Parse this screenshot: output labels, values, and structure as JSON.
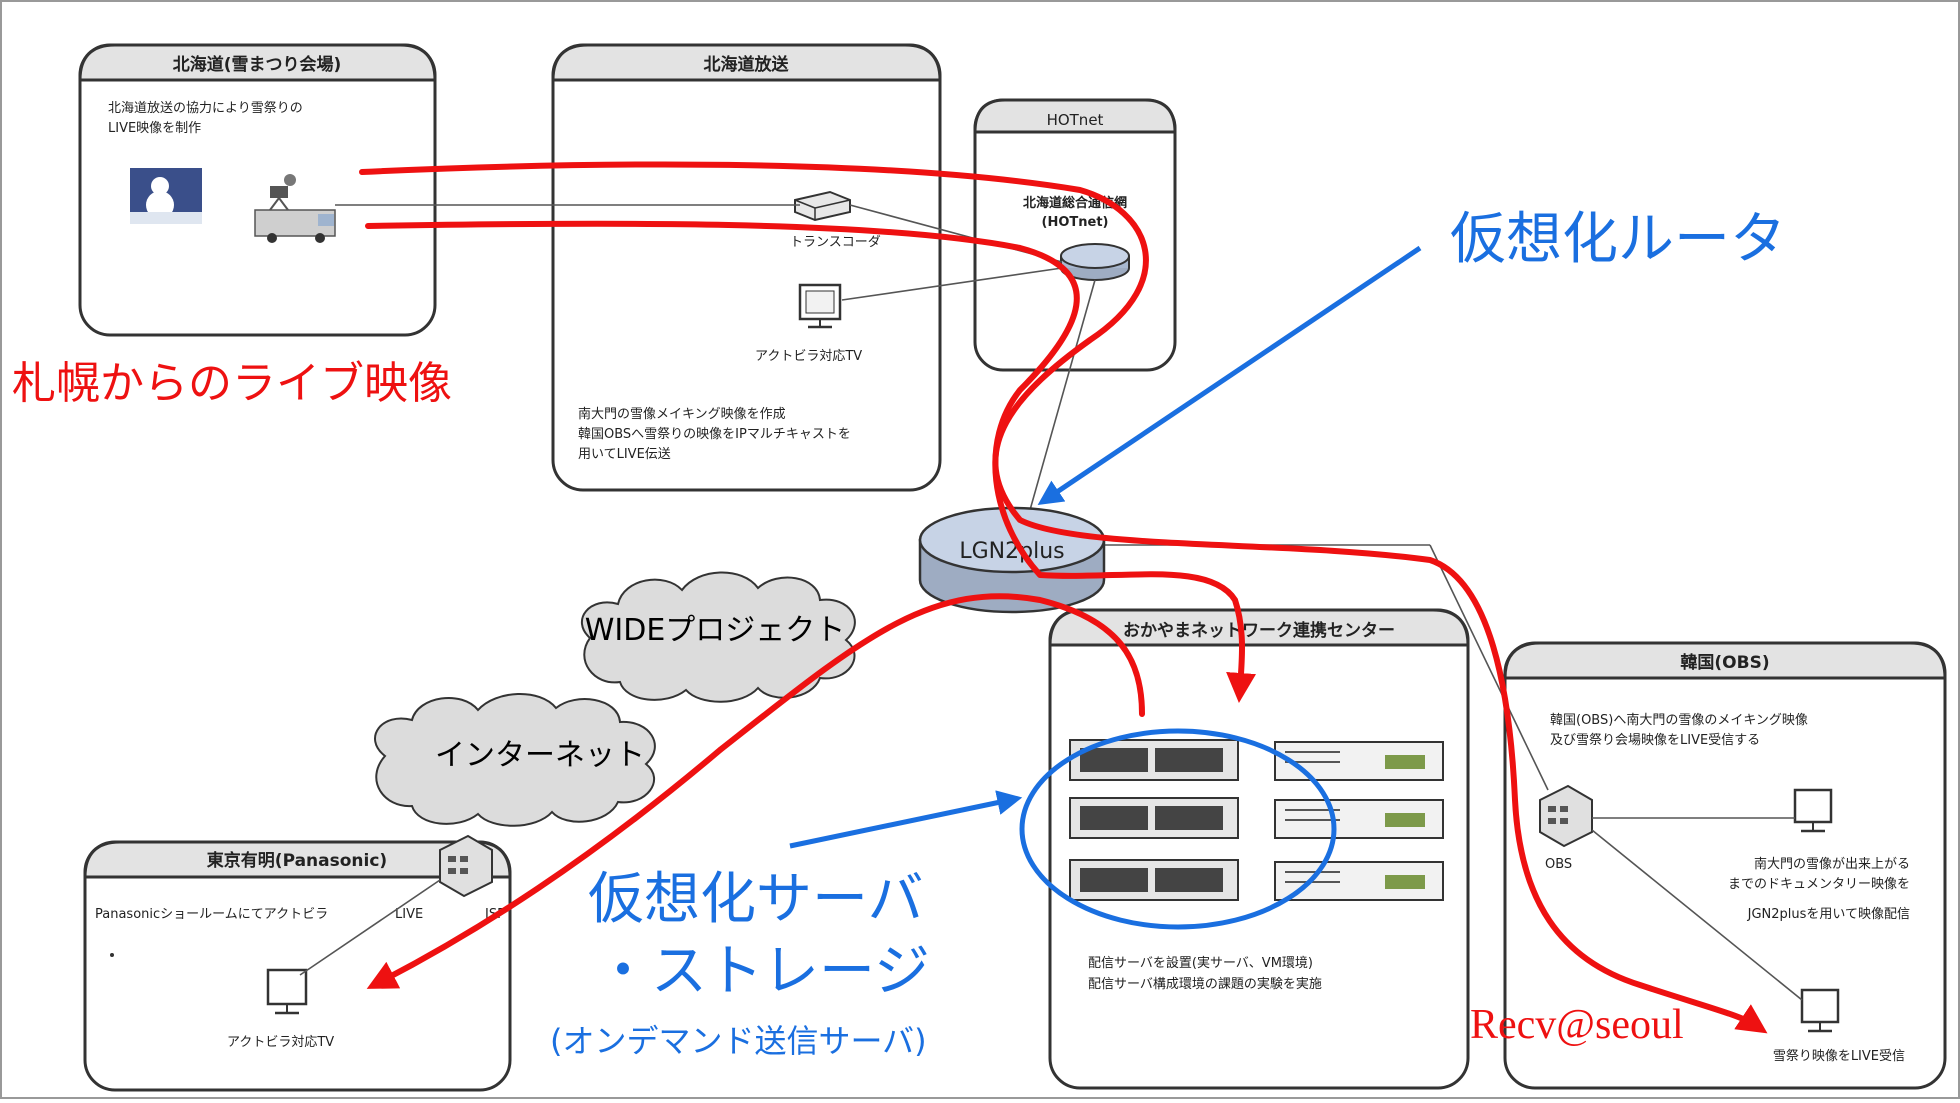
{
  "sites": {
    "hokkaido_event": {
      "title": "北海道(雪まつり会場)",
      "desc_lines": [
        "北海道放送の協力により雪祭りの",
        "LIVE映像を制作"
      ]
    },
    "hbc": {
      "title": "北海道放送",
      "transcoder_label": "トランスコーダ",
      "tv_label": "アクトビラ対応TV",
      "desc_lines": [
        "南大門の雪像メイキング映像を作成",
        "韓国OBSへ雪祭りの映像をIPマルチキャストを",
        "用いてLIVE伝送"
      ]
    },
    "hotnet": {
      "title": "HOTnet",
      "node_lines": [
        "北海道総合通信網",
        "(HOTnet)"
      ]
    },
    "okayama": {
      "title": "おかやまネットワーク連携センター",
      "desc_lines": [
        "配信サーバを設置(実サーバ、VM環境)",
        "配信サーバ構成環境の課題の実験を実施"
      ]
    },
    "korea": {
      "title": "韓国(OBS)",
      "desc_lines": [
        "韓国(OBS)へ南大門の雪像のメイキング映像",
        "及び雪祭り会場映像をLIVE受信する"
      ],
      "obs_label": "OBS",
      "tv1_lines": [
        "南大門の雪像が出来上がる",
        "までのドキュメンタリー映像を",
        "JGN2plusを用いて映像配信"
      ],
      "tv2_label": "雪祭り映像をLIVE受信"
    },
    "tokyo": {
      "title": "東京有明(Panasonic)",
      "desc": "Panasonicショールームにてアクトビラ",
      "desc_tail": "LIVE",
      "isp_label": "ISP",
      "tv_label": "アクトビラ対応TV"
    }
  },
  "network": {
    "lgn_label": "LGN2plus",
    "wide_label": "WIDEプロジェクト",
    "internet_label": "インターネット"
  },
  "annotations": {
    "sapporo_live": "札幌からのライブ映像",
    "virtual_router": "仮想化ルータ",
    "virtual_server_1": "仮想化サーバ",
    "virtual_server_2": "・ストレージ",
    "virtual_server_3": "(オンデマンド送信サーバ)",
    "recv_seoul": "Recv@seoul"
  },
  "colors": {
    "flow_red": "#ee1111",
    "note_blue": "#1a6fe0"
  }
}
